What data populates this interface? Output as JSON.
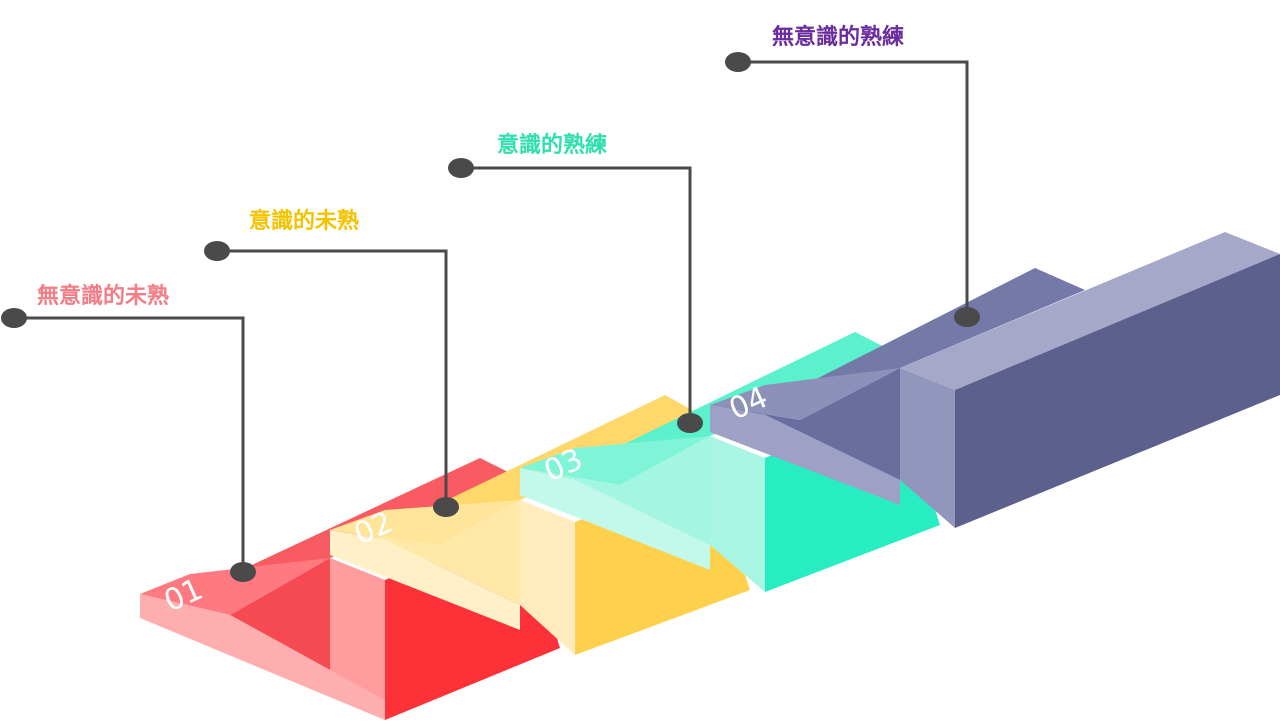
{
  "diagram": {
    "steps": [
      {
        "number": "01",
        "label": "無意識的未熟",
        "color": "#F47C86"
      },
      {
        "number": "02",
        "label": "意識的未熟",
        "color": "#F4C300"
      },
      {
        "number": "03",
        "label": "意識的熟練",
        "color": "#2FE0AE"
      },
      {
        "number": "04",
        "label": "無意識的熟練",
        "color": "#6A2C9E"
      }
    ]
  }
}
